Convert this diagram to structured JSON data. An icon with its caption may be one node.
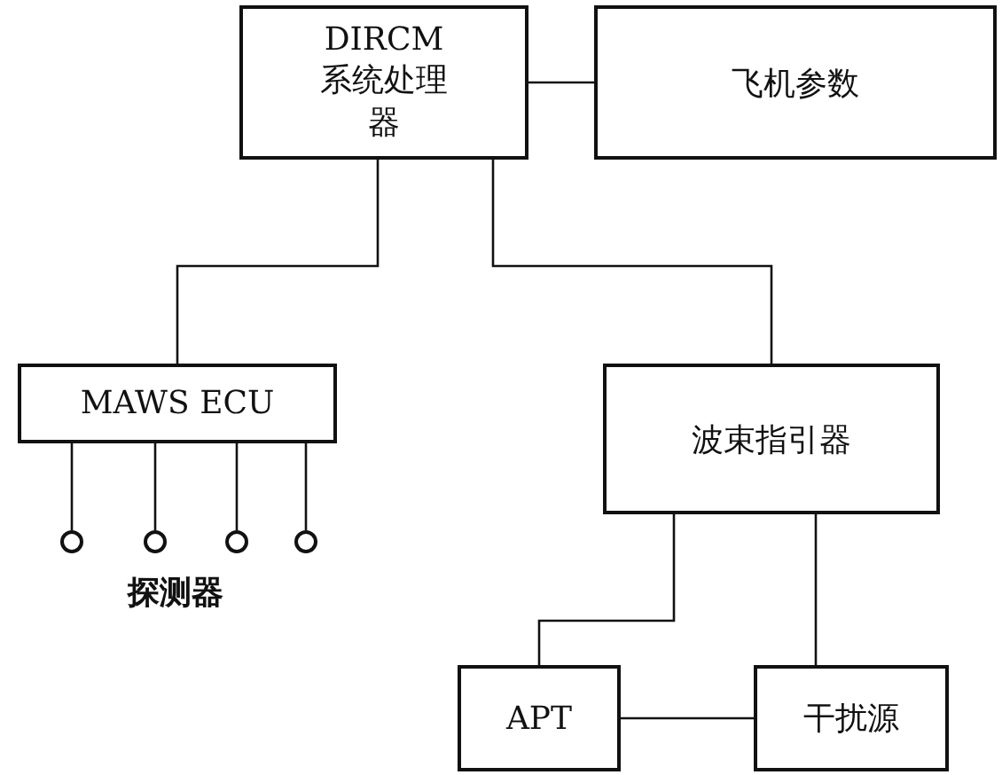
{
  "diagram": {
    "nodes": [
      {
        "text": [
          "DIRCM 系统处理器"
        ]
      },
      {
        "text": [
          "飞机参数"
        ]
      },
      {
        "text": [
          "MAWS ECU"
        ]
      },
      {
        "text": [
          "波束指引器"
        ]
      },
      {
        "text": [],
        "shape": "circle"
      },
      {
        "text": [],
        "shape": "circle"
      },
      {
        "text": [],
        "shape": "circle"
      },
      {
        "text": [],
        "shape": "circle"
      },
      {
        "text": [
          "APT"
        ]
      },
      {
        "text": [
          "干扰源"
        ]
      }
    ],
    "edges": [
      {
        "from": 0,
        "to": 1,
        "arrow": "none"
      },
      {
        "from": 0,
        "to": 2,
        "arrow": "none"
      },
      {
        "from": 0,
        "to": 3,
        "arrow": "none"
      },
      {
        "from": 2,
        "to": 4,
        "arrow": "none"
      },
      {
        "from": 2,
        "to": 5,
        "arrow": "none"
      },
      {
        "from": 2,
        "to": 6,
        "arrow": "none"
      },
      {
        "from": 2,
        "to": 7,
        "arrow": "none"
      },
      {
        "from": 3,
        "to": 8,
        "arrow": "none"
      },
      {
        "from": 3,
        "to": 9,
        "arrow": "none"
      },
      {
        "from": 8,
        "to": 9,
        "arrow": "none"
      }
    ],
    "labels": [
      "探测器"
    ]
  }
}
